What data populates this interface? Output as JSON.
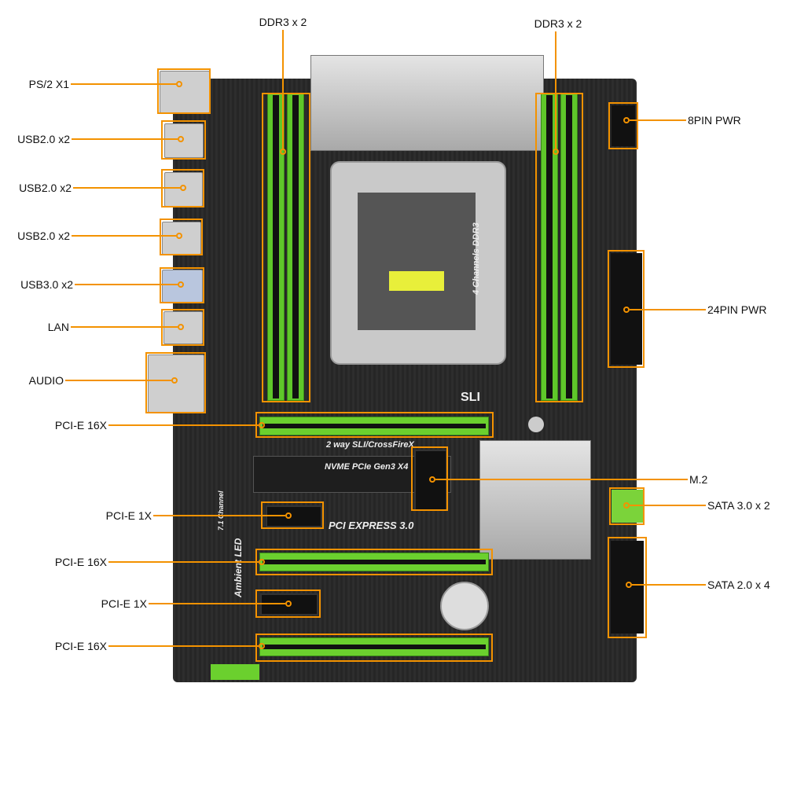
{
  "callouts": [
    {
      "label": "DDR3 x 2"
    },
    {
      "label": "DDR3 x 2"
    },
    {
      "label": "PS/2 X1"
    },
    {
      "label": "USB2.0 x2"
    },
    {
      "label": "USB2.0 x2"
    },
    {
      "label": "USB2.0 x2"
    },
    {
      "label": "USB3.0 x2"
    },
    {
      "label": "LAN"
    },
    {
      "label": "AUDIO"
    },
    {
      "label": "PCI-E 16X"
    },
    {
      "label": "8PIN PWR"
    },
    {
      "label": "24PIN PWR"
    },
    {
      "label": "M.2"
    },
    {
      "label": "SATA 3.0 x 2"
    },
    {
      "label": "PCI-E 1X"
    },
    {
      "label": "PCI-E 16X"
    },
    {
      "label": "SATA 2.0 x 4"
    },
    {
      "label": "PCI-E 1X"
    },
    {
      "label": "PCI-E 16X"
    }
  ],
  "board_print": {
    "sli": "2 way SLI/CrossFireX",
    "nvme": "NVME PCIe Gen3 X4",
    "pcie": "PCI EXPRESS 3.0",
    "ddr": "4 Channels DDR3",
    "led": "Ambient LED",
    "audio": "7.1 Channel",
    "sli_logo": "SLI"
  },
  "colors": {
    "accent": "#f39200",
    "slot_green": "#5fc72a",
    "board": "#2a2a2a"
  }
}
